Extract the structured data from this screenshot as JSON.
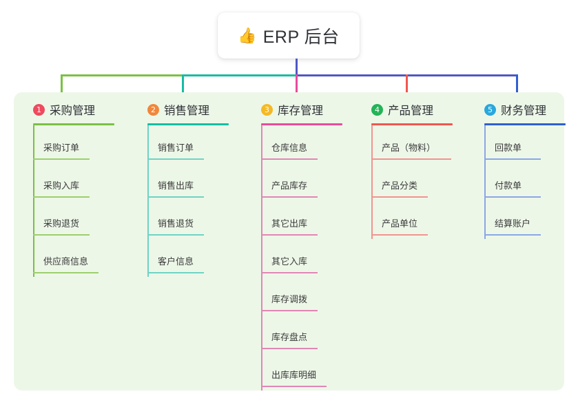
{
  "root": {
    "icon": "thumbs-up-icon",
    "icon_glyph": "👍",
    "title": "ERP 后台",
    "card_bg": "#ffffff"
  },
  "panel": {
    "bg": "#edf7e8"
  },
  "connector": {
    "stem_color": "#5157c4",
    "bus_segments": [
      {
        "color": "#7ac143"
      },
      {
        "color": "#15bda3"
      },
      {
        "color": "#5157c4"
      }
    ]
  },
  "columns": [
    {
      "index": "1",
      "badge_color": "#ef4a5e",
      "title": "采购管理",
      "accent": "#7ac143",
      "drop_color": "#7ac143",
      "items": [
        {
          "label": "采购订单"
        },
        {
          "label": "采购入库"
        },
        {
          "label": "采购退货"
        },
        {
          "label": "供应商信息"
        }
      ]
    },
    {
      "index": "2",
      "badge_color": "#f0873c",
      "title": "销售管理",
      "accent": "#15bda3",
      "drop_color": "#15bda3",
      "items": [
        {
          "label": "销售订单"
        },
        {
          "label": "销售出库"
        },
        {
          "label": "销售退货"
        },
        {
          "label": "客户信息"
        }
      ]
    },
    {
      "index": "3",
      "badge_color": "#f5b925",
      "title": "库存管理",
      "accent": "#e94b9c",
      "drop_color": "#e94b9c",
      "items": [
        {
          "label": "仓库信息"
        },
        {
          "label": "产品库存"
        },
        {
          "label": "其它出库"
        },
        {
          "label": "其它入库"
        },
        {
          "label": "库存调拨"
        },
        {
          "label": "库存盘点"
        },
        {
          "label": "出库库明细"
        }
      ]
    },
    {
      "index": "4",
      "badge_color": "#22b457",
      "title": "产品管理",
      "accent": "#f1574f",
      "drop_color": "#f1574f",
      "items": [
        {
          "label": "产品（物料）"
        },
        {
          "label": "产品分类"
        },
        {
          "label": "产品单位"
        }
      ]
    },
    {
      "index": "5",
      "badge_color": "#29a8dd",
      "title": "财务管理",
      "accent": "#2f5fd0",
      "drop_color": "#2f5fd0",
      "items": [
        {
          "label": "回款单"
        },
        {
          "label": "付款单"
        },
        {
          "label": "结算账户"
        }
      ]
    }
  ]
}
